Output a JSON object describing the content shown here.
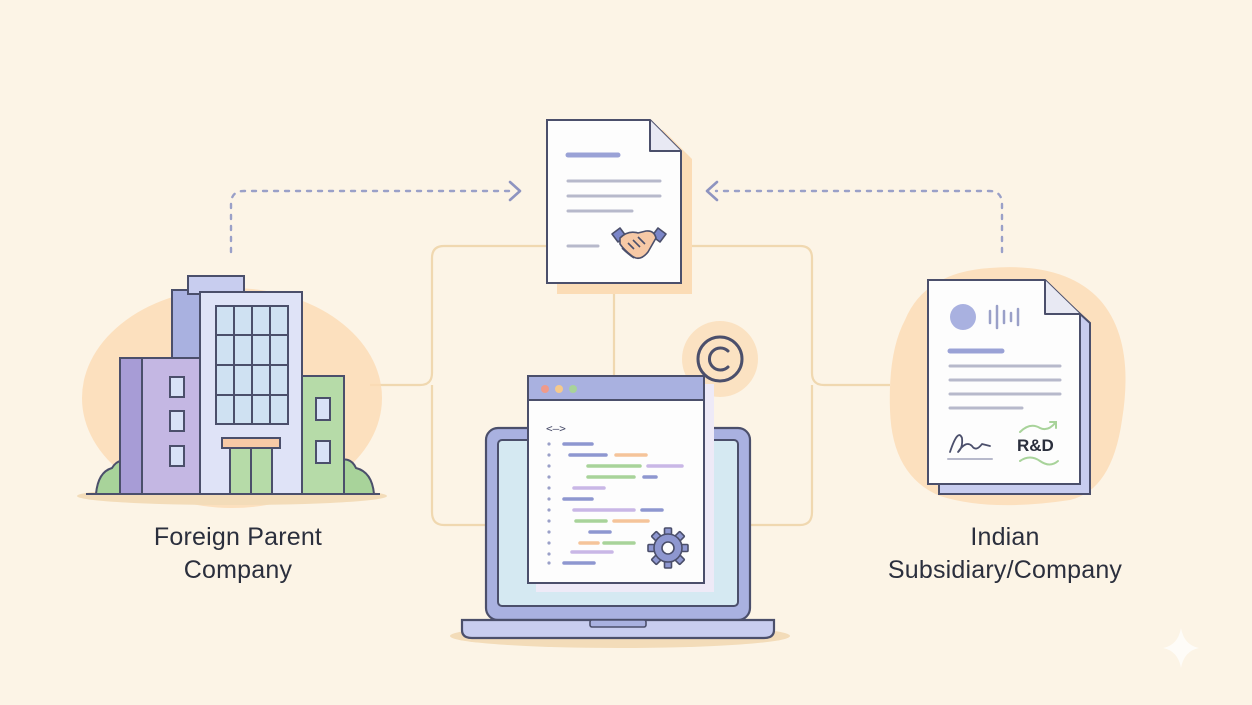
{
  "labels": {
    "parent_line1": "Foreign Parent",
    "parent_line2": "Company",
    "subsidiary_line1": "Indian",
    "subsidiary_line2": "Subsidiary/Company",
    "rd_badge": "R&D",
    "code_chevrons": "<—>"
  },
  "icons": {
    "parent": "office-building-icon",
    "agreement": "agreement-document-icon",
    "handshake": "handshake-icon",
    "copyright": "copyright-icon",
    "laptop": "laptop-icon",
    "gear": "gear-icon",
    "report": "report-document-icon",
    "signature": "signature-icon",
    "sparkle": "sparkle-icon"
  },
  "colors": {
    "background": "#fcf4e6",
    "outline": "#4b4f6b",
    "lavender": "#a9b1e0",
    "peach": "#fbdcb6",
    "green": "#a8d39a",
    "connector": "#f0d8b0",
    "dashed": "#9aa0c8"
  }
}
